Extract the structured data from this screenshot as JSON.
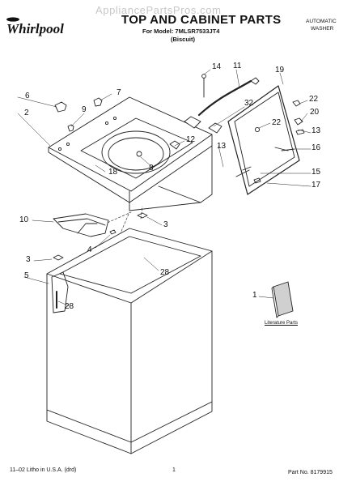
{
  "header": {
    "watermark": "AppliancePartsPros.com",
    "brand": "Whirlpool",
    "title": "TOP AND CABINET PARTS",
    "model_line": "For Model: 7MLSR7533JT4",
    "color_line": "(Biscuit)",
    "product_line1": "AUTOMATIC",
    "product_line2": "WASHER"
  },
  "callouts": [
    "14",
    "11",
    "19",
    "6",
    "7",
    "9",
    "32",
    "22",
    "2",
    "20",
    "22",
    "12",
    "13",
    "13",
    "16",
    "8",
    "18",
    "15",
    "17",
    "10",
    "3",
    "4",
    "28",
    "3",
    "5",
    "28",
    "1"
  ],
  "literature_label": "Literature Parts",
  "footer": {
    "left": "11–02 Litho in U.S.A. (drd)",
    "page": "1",
    "right": "Part No. 8179915"
  }
}
